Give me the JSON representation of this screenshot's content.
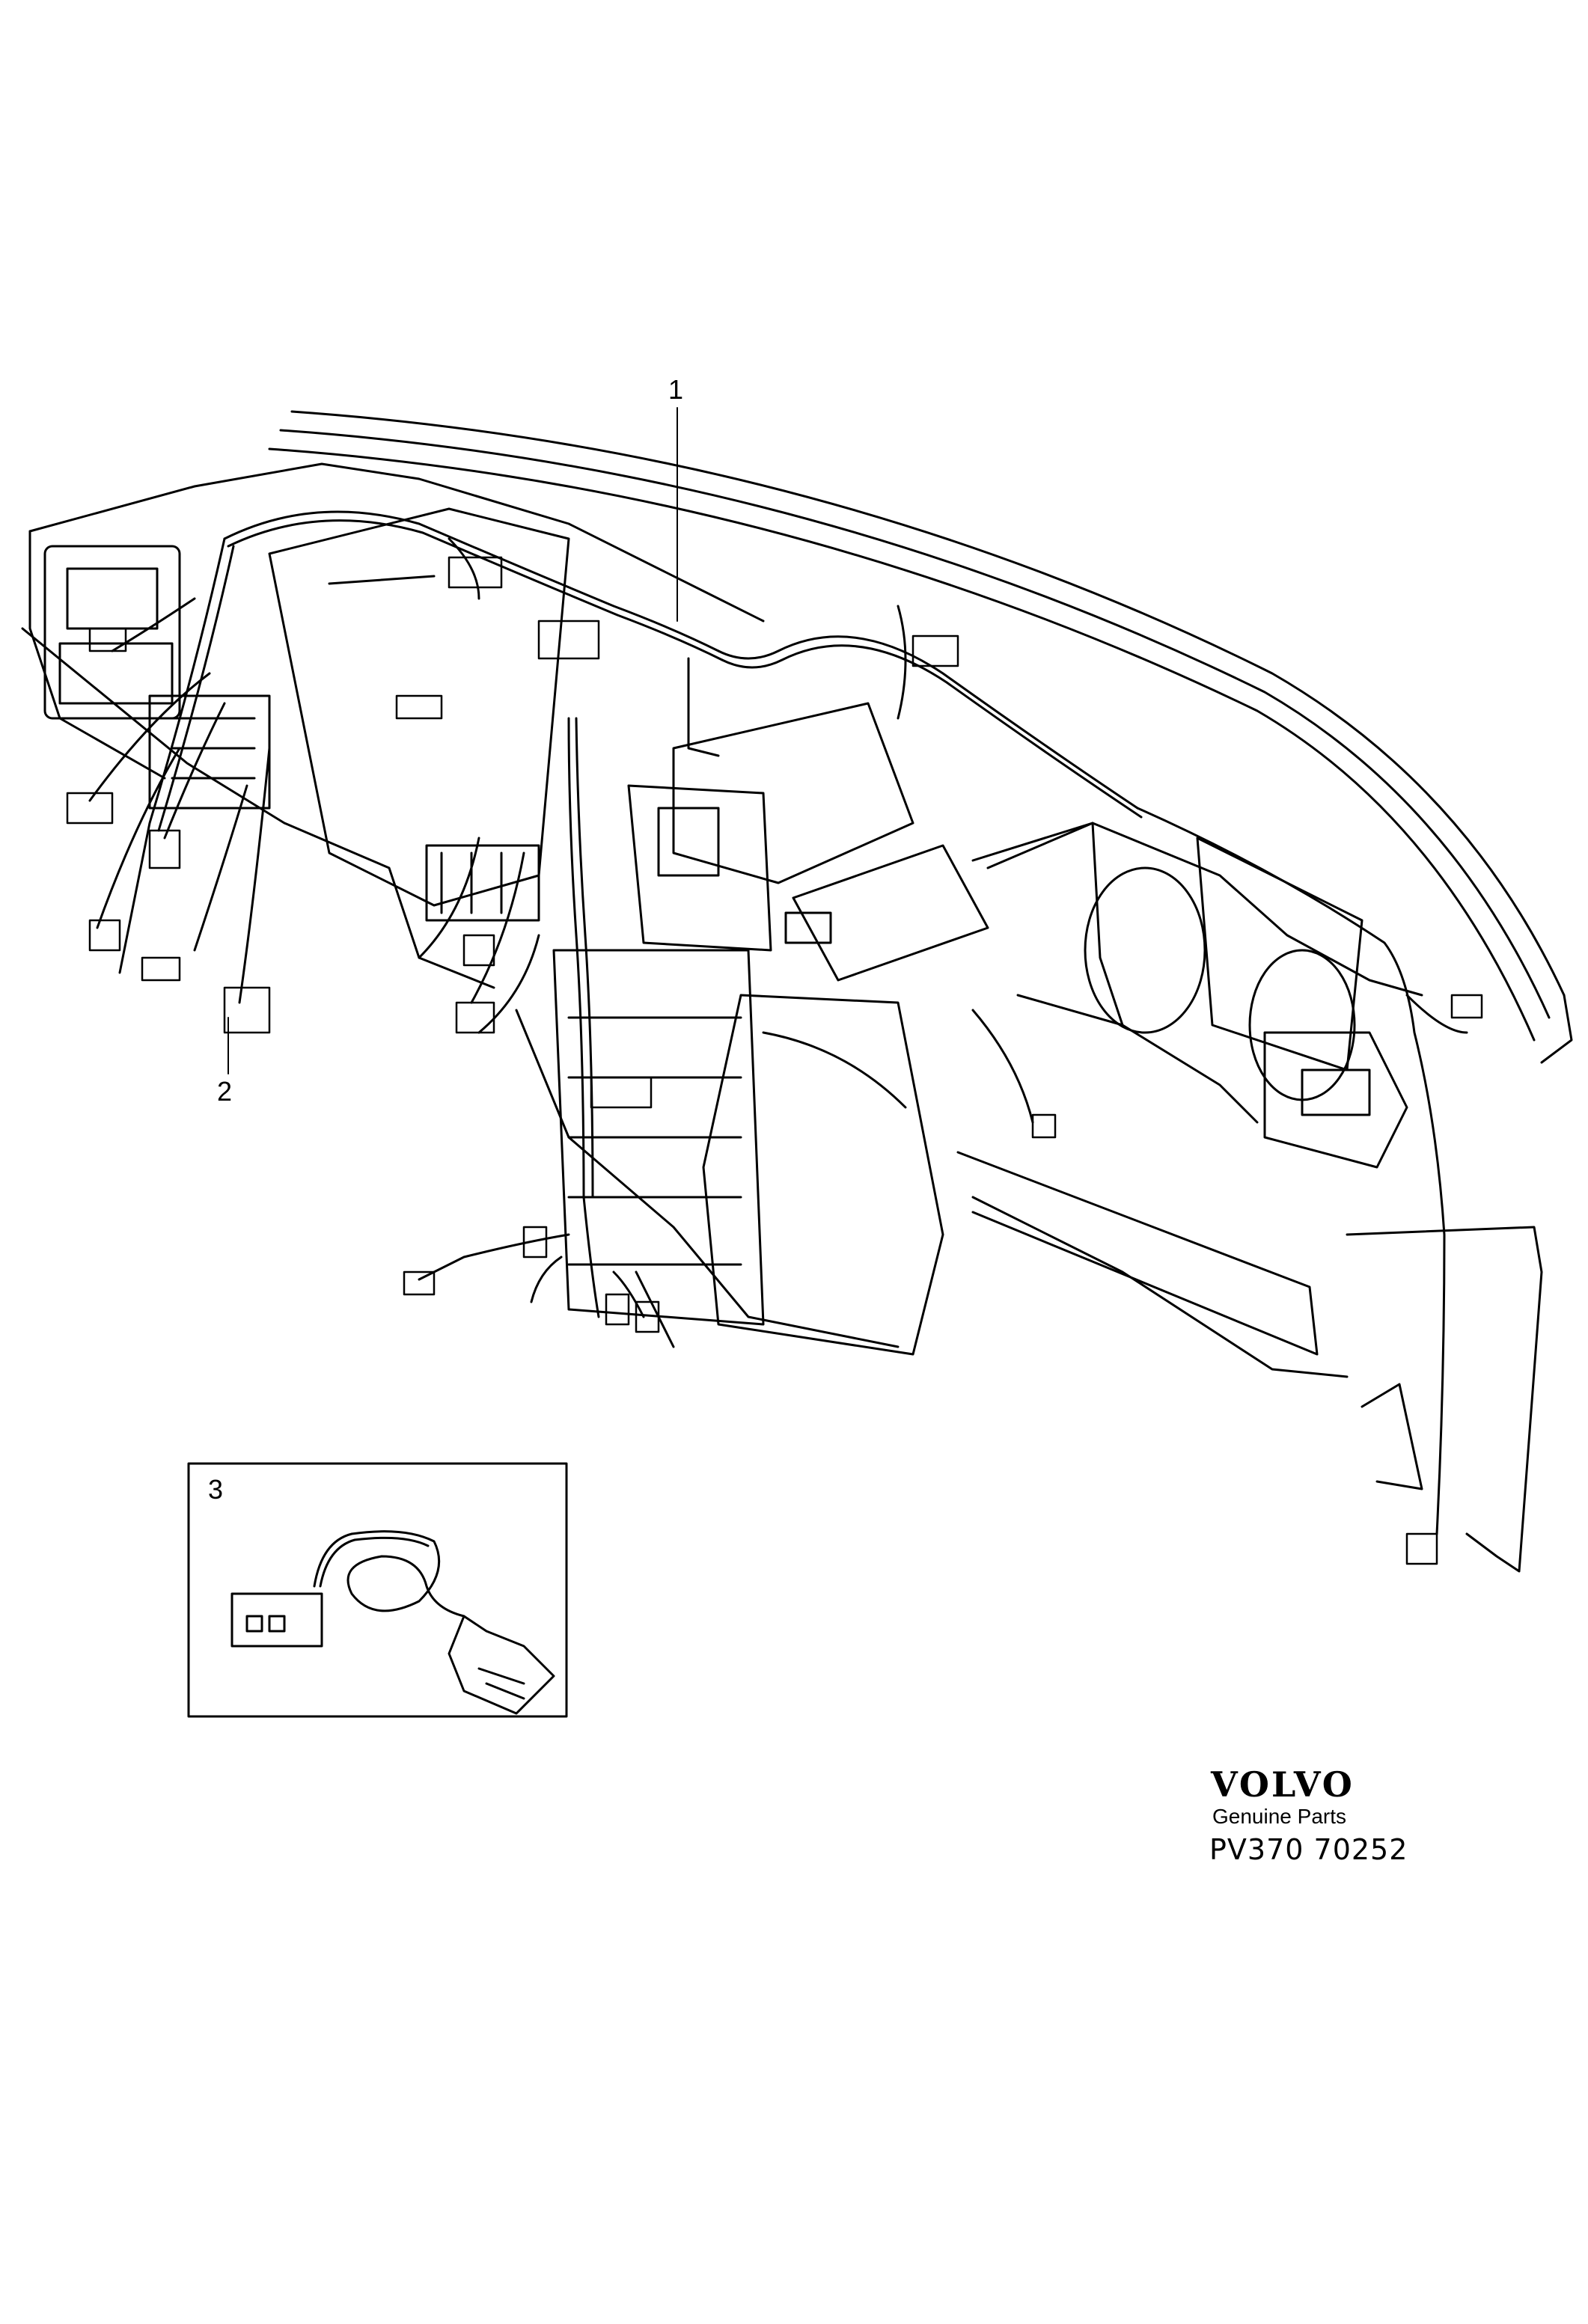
{
  "callouts": {
    "part_1": "1",
    "part_2": "2",
    "part_3": "3"
  },
  "branding": {
    "logo_text": "VOLVO",
    "subtitle": "Genuine Parts",
    "code": "PV370 70252"
  },
  "colors": {
    "ink": "#000000",
    "paper": "#ffffff"
  }
}
